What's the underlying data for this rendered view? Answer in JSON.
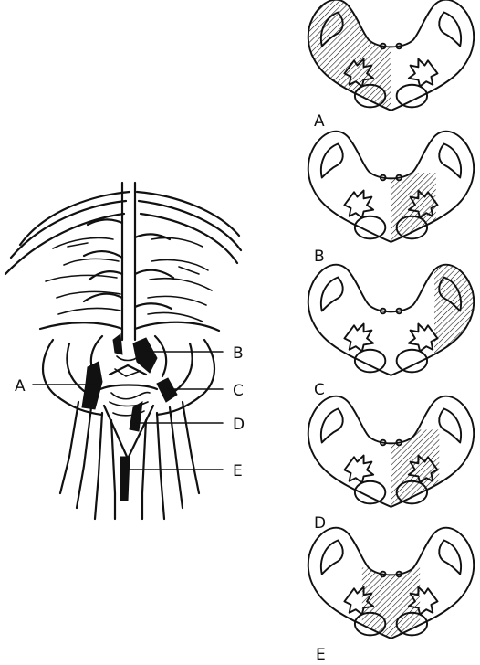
{
  "figure": {
    "pointer_labels": [
      "A",
      "B",
      "C",
      "D",
      "E"
    ],
    "section_labels": [
      "A",
      "B",
      "C",
      "D",
      "E"
    ],
    "colors": {
      "ink": "#111111",
      "background": "#ffffff"
    }
  }
}
